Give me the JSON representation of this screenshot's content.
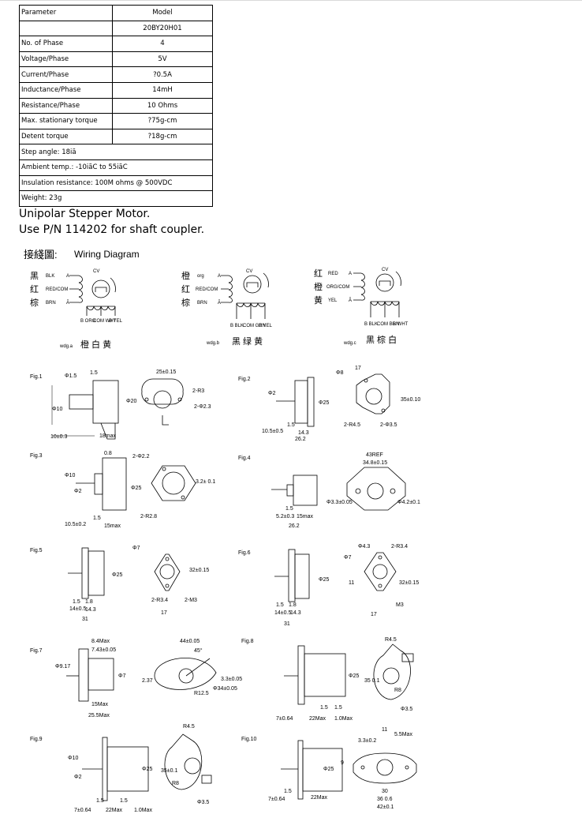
{
  "spec_table": {
    "header_left": "Parameter",
    "header_right": "Model",
    "model": "20BY20H01",
    "rows": [
      {
        "label": "No. of Phase",
        "value": "4"
      },
      {
        "label": "Voltage/Phase",
        "value": "5V"
      },
      {
        "label": "Current/Phase",
        "value": "?0.5A"
      },
      {
        "label": "Inductance/Phase",
        "value": "14mH"
      },
      {
        "label": "Resistance/Phase",
        "value": "10 Ohms"
      },
      {
        "label": "Max. stationary torque",
        "value": "?75g-cm"
      },
      {
        "label": "Detent torque",
        "value": "?18g-cm"
      }
    ],
    "notes": [
      "Step angle: 18iã",
      "Ambient temp.: -10iãC to 55iãC",
      "Insulation resistance: 100M ohms @ 500VDC",
      "Weight: 23g"
    ]
  },
  "captions": {
    "line1": "Unipolar Stepper Motor.",
    "line2": "Use P/N 114202 for shaft coupler."
  },
  "wiring": {
    "title_cn": "接綫圖:",
    "title_en": "Wiring Diagram",
    "diagrams": [
      {
        "id": "wdg.a",
        "cn": [
          "黑",
          "红",
          "棕"
        ],
        "wires": [
          "BLK",
          "RED/COM",
          "BRN"
        ],
        "pins": [
          "A",
          "",
          "Ā"
        ],
        "bottom_wires": [
          "B ORG",
          "COM WHT",
          "B YEL"
        ],
        "bottom_cn": "橙 白 黄"
      },
      {
        "id": "wdg.b",
        "cn": [
          "橙",
          "红",
          "棕"
        ],
        "wires": [
          "org",
          "RED/COM",
          "BRN"
        ],
        "pins": [
          "A",
          "",
          "Ā"
        ],
        "bottom_wires": [
          "B BLK",
          "COM GRN",
          "B YEL"
        ],
        "bottom_cn": "黑 绿 黄"
      },
      {
        "id": "wdg.c",
        "cn": [
          "红",
          "橙",
          "黄"
        ],
        "wires": [
          "RED",
          "ORG/COM",
          "YEL"
        ],
        "pins": [
          "A",
          "",
          "Ā"
        ],
        "bottom_wires": [
          "B BLK",
          "COM BRN",
          "B WHT"
        ],
        "bottom_cn": "黑 棕 白"
      }
    ],
    "cv_label": "CV"
  },
  "figures": [
    {
      "label": "Fig.1",
      "dims": [
        "25±0.15",
        "2-R3",
        "2-Φ2.3",
        "Φ20",
        "1.5",
        "10±0.3",
        "18max",
        "Φ10",
        "Φ1.5"
      ]
    },
    {
      "label": "Fig.2",
      "dims": [
        "Φ8",
        "17",
        "35±0.10",
        "Φ25",
        "2-R4.5",
        "2-Φ3.5",
        "10.5±0.5",
        "14.3",
        "26.2",
        "1.5",
        "Φ2"
      ]
    },
    {
      "label": "Fig.3",
      "dims": [
        "0.8",
        "2-Φ2.2",
        "Φ25",
        "3.2± 0.1",
        "2-R2.8",
        "10.5±0.2",
        "1.5",
        "15max",
        "Φ10",
        "Φ2"
      ]
    },
    {
      "label": "Fig.4",
      "dims": [
        "43REF",
        "34.8±0.15",
        "Φ3.3±0.05",
        "Φ4.2±0.1",
        "5.2±0.3",
        "15max",
        "26.2",
        "1.5"
      ]
    },
    {
      "label": "Fig.5",
      "dims": [
        "Φ7",
        "Φ25",
        "1.5",
        "1.8",
        "14±0.5",
        "14.3",
        "31",
        "2-R3.4",
        "2-M3",
        "17",
        "32±0.15"
      ]
    },
    {
      "label": "Fig.6",
      "dims": [
        "Φ4.3",
        "2-R3.4",
        "Φ7",
        "Φ25",
        "11",
        "32±0.15",
        "M3",
        "17",
        "1.5",
        "1.8",
        "14±0.5",
        "14.3",
        "31"
      ]
    },
    {
      "label": "Fig.7",
      "dims": [
        "8.4Max",
        "7.43±0.05",
        "44±0.05",
        "45°",
        "Φ7",
        "2.37",
        "3.3±0.05",
        "Φ34±0.05",
        "R12.5",
        "15Max",
        "25.5Max",
        "Φ9.17"
      ]
    },
    {
      "label": "Fig.8",
      "dims": [
        "R4.5",
        "Φ25",
        "35 0.1",
        "R8",
        "Φ3.5",
        "7±0.64",
        "22Max",
        "1.5",
        "1.5",
        "1.0Max"
      ]
    },
    {
      "label": "Fig.9",
      "dims": [
        "R4.5",
        "Φ25",
        "35±0.1",
        "R8",
        "Φ3.5",
        "7±0.64",
        "22Max",
        "1.5",
        "1.5",
        "1.0Max",
        "Φ10",
        "Φ2"
      ]
    },
    {
      "label": "Fig.10",
      "dims": [
        "3.3±0.2",
        "11",
        "5.5Max",
        "Φ25",
        "9",
        "22Max",
        "7±0.64",
        "1.5",
        "30",
        "36 0.6",
        "42±0.1"
      ]
    }
  ]
}
